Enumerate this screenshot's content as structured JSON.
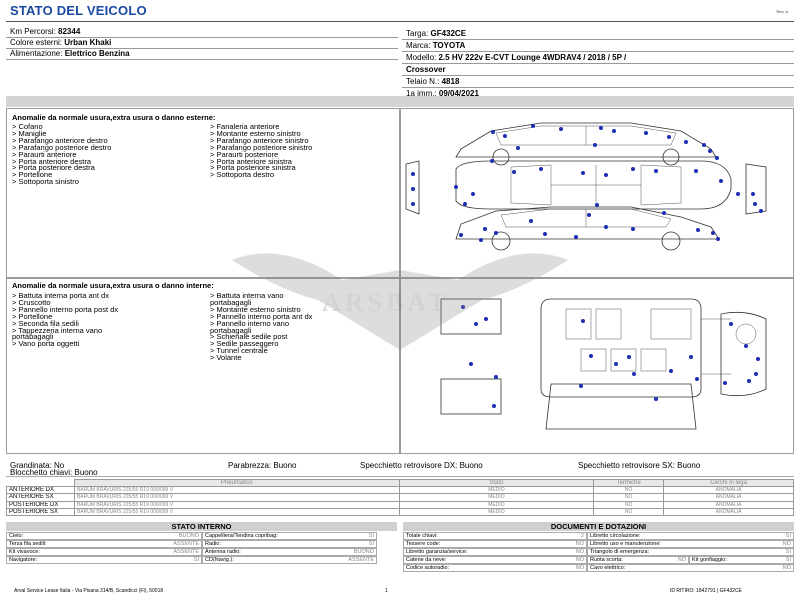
{
  "page": {
    "title": "STATO DEL VEICOLO",
    "rev": "Rev. A"
  },
  "vehicle_left": [
    {
      "label": "Km Percorsi:",
      "value": "82344"
    },
    {
      "label": "Colore esterni:",
      "value": "Urban Khaki"
    },
    {
      "label": "Alimentazione:",
      "value": "Elettrico Benzina"
    }
  ],
  "vehicle_right": {
    "targa_label": "Targa:",
    "targa": "GF432CE",
    "marca_label": "Marca:",
    "marca": "TOYOTA",
    "modello_label": "Modello:",
    "modello_line1": "2.5 HV 222v E-CVT Lounge 4WDRAV4 / 2018 / 5P /",
    "modello_line2": "Crossover",
    "telaio_label": "Telaio N.:",
    "telaio": "4818",
    "imm_label": "1a imm.:",
    "imm": "09/04/2021"
  },
  "external_damage": {
    "heading": "Anomalie da normale usura,extra usura o danno esterne:",
    "col1": [
      "> Cofano",
      "> Maniglie",
      "> Parafango anteriore destro",
      "> Parafango posteriore destro",
      "> Paraurti anteriore",
      "> Porta anteriore destra",
      "> Porta posteriore destra",
      "> Portellone",
      "> Sottoporta sinistro"
    ],
    "col2": [
      "> Fanaleria anteriore",
      "> Montante esterno sinistro",
      "> Parafango anteriore sinistro",
      "> Parafango posteriore sinistro",
      "> Paraurti posteriore",
      "> Porta anteriore sinistra",
      "> Porta posteriore sinistra",
      "> Sottoporta destro"
    ]
  },
  "internal_damage": {
    "heading": "Anomalie da normale usura,extra usura o danno interne:",
    "col1": [
      "> Battuta interna porta ant dx",
      "> Cruscotto",
      "> Pannello interno porta post dx",
      "> Portellone",
      "> Seconda fila sedili",
      "> Tappezzeria interna vano",
      "portabagagli",
      "> Vano porta oggetti"
    ],
    "col2": [
      "> Battuta interna vano",
      "portabagagli",
      "> Montante esterno sinistro",
      "> Pannello interno porta ant dx",
      "> Pannello interno vano",
      "portabagagli",
      "> Schienale sedile post",
      "> Sedile passeggero",
      "> Tunnel centrale",
      "> Volante"
    ]
  },
  "watermark": "ARSBAT",
  "conditions": {
    "grandinata": "Grandinata: No",
    "blocchetto": "Blocchetto chiavi: Buono",
    "parabrezza": "Parabrezza: Buono",
    "specchio_dx": "Specchietto retrovisore DX: Buono",
    "specchio_sx": "Specchietto retrovisore SX: Buono"
  },
  "tyres": {
    "headers": [
      "Pneumatico",
      "Stato",
      "Termiche",
      "Cerchi in lega"
    ],
    "rows": [
      {
        "pos": "ANTERIORE DX",
        "tyre": "BARUM BRAVURIS 225/55 R19 000/099 V",
        "stato": "MEDIO",
        "termiche": "NO",
        "cerchi": "ANOMALIA"
      },
      {
        "pos": "ANTERIORE SX",
        "tyre": "BARUM BRAVURIS 225/55 R19 000/099 V",
        "stato": "MEDIO",
        "termiche": "NO",
        "cerchi": "ANOMALIA"
      },
      {
        "pos": "POSTERIORE DX",
        "tyre": "BARUM BRAVURIS 225/55 R19 000/099 V",
        "stato": "MEDIO",
        "termiche": "NO",
        "cerchi": "ANOMALIA"
      },
      {
        "pos": "POSTERIORE SX",
        "tyre": "BARUM BRAVURIS 225/55 R19 000/099 V",
        "stato": "MEDIO",
        "termiche": "NO",
        "cerchi": "ANOMALIA"
      }
    ]
  },
  "stato_interno": {
    "title": "STATO INTERNO",
    "rows": [
      [
        {
          "label": "Cielo:",
          "value": "BUONO"
        },
        {
          "label": "Cappelliera/Tendina copribag:",
          "value": "SI"
        }
      ],
      [
        {
          "label": "Terza fila sedili:",
          "value": "ASSENTE"
        },
        {
          "label": "Radio:",
          "value": "SI"
        }
      ],
      [
        {
          "label": "Kit vivavoce:",
          "value": "ASSENTE"
        },
        {
          "label": "Antenna radio:",
          "value": "BUONO"
        }
      ],
      [
        {
          "label": "Navigatore:",
          "value": "SI"
        },
        {
          "label": "CD(Navig.):",
          "value": "ASSENTE"
        }
      ]
    ]
  },
  "documenti": {
    "title": "DOCUMENTI E DOTAZIONI",
    "rows": [
      [
        {
          "label": "Totale chiavi:",
          "value": "2"
        },
        {
          "label": "Libretto circolazione:",
          "value": "SI"
        }
      ],
      [
        {
          "label": "Tessere code:",
          "value": "NO"
        },
        {
          "label": "Libretto uso e manutenzione:",
          "value": "NO"
        }
      ],
      [
        {
          "label": "Libretto garanzia/service:",
          "value": "NO"
        },
        {
          "label": "Triangolo di emergenza:",
          "value": "SI"
        }
      ],
      [
        {
          "label": "Catene da neve:",
          "value": "NO"
        },
        {
          "label": "Ruota scorta:",
          "value": "NO"
        },
        {
          "label": "Kit gonfiaggio:",
          "value": "SI"
        }
      ],
      [
        {
          "label": "Codice autoradio:",
          "value": "NO"
        },
        {
          "label": "Cavo elettrico:",
          "value": "NO"
        }
      ]
    ]
  },
  "footer": {
    "company": "Arval Service Lease Italia - Via Pisana 314/B, Scandicci (FI), 50018",
    "page": "1",
    "ritiro": "ID RITIRO: 1842791 | GF432CE"
  }
}
